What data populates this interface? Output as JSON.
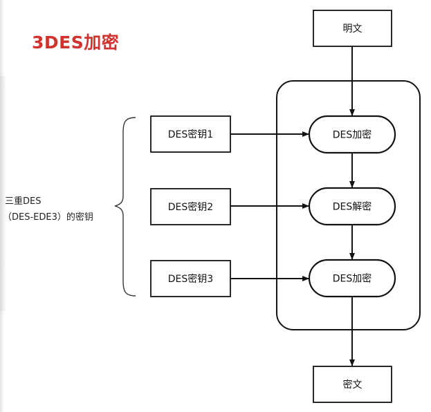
{
  "title": "3DES加密",
  "colors": {
    "title": "#d2322d",
    "line": "#111111",
    "background": "#ffffff"
  },
  "nodes": {
    "plaintext": "明文",
    "ciphertext": "密文",
    "key1": "DES密钥1",
    "key2": "DES密钥2",
    "key3": "DES密钥3",
    "step1": "DES加密",
    "step2": "DES解密",
    "step3": "DES加密"
  },
  "key_group": {
    "line1": "三重DES",
    "line2": "（DES-EDE3）的密钥"
  }
}
